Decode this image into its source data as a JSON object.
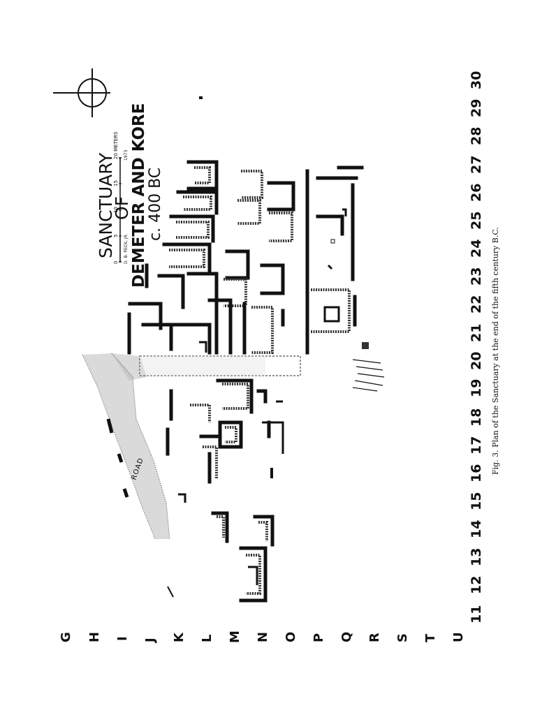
{
  "title": {
    "line1": "SANCTUARY",
    "line2": "OF",
    "line3": "DEMETER AND KORE",
    "line4": "c. 400 BC"
  },
  "scale": {
    "ticks": [
      "0",
      "5",
      "10",
      "15",
      "20 METERS"
    ],
    "credit": "D. B. PECK, JR.",
    "year": "1973"
  },
  "road_label": "ROAD",
  "grid": {
    "columns": [
      "11",
      "12",
      "13",
      "14",
      "15",
      "16",
      "17",
      "18",
      "19",
      "20",
      "21",
      "22",
      "23",
      "24",
      "25",
      "26",
      "27",
      "28",
      "29",
      "30"
    ],
    "rows": [
      "G",
      "H",
      "I",
      "J",
      "K",
      "L",
      "M",
      "N",
      "O",
      "P",
      "Q",
      "R",
      "S",
      "T",
      "U"
    ]
  },
  "caption": "Fig. 3. Plan of the Sanctuary at the end of the fifth century B.C."
}
